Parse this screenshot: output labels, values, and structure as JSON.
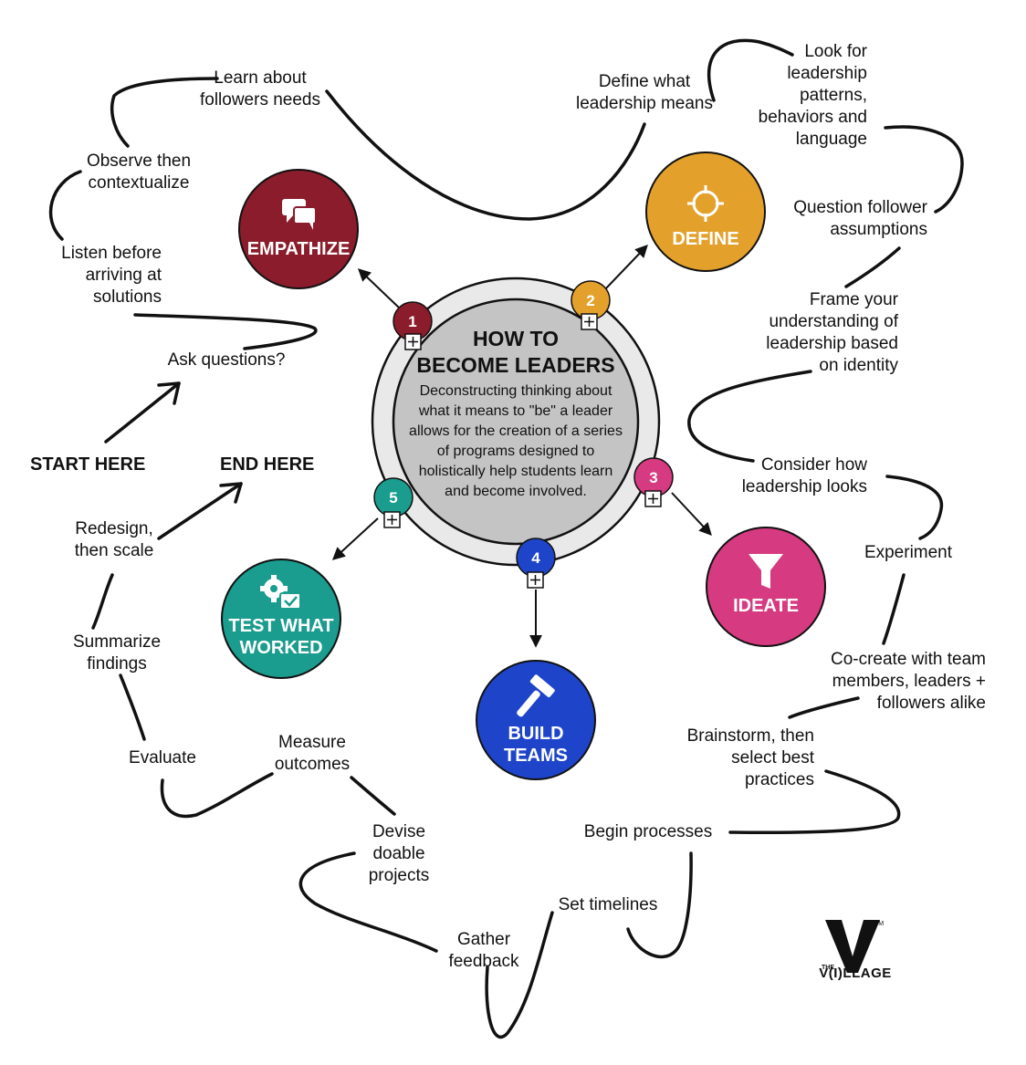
{
  "colors": {
    "empathize": "#8a1c2b",
    "define": "#e3a12c",
    "ideate": "#d63a80",
    "build": "#1e45c9",
    "test": "#1a9c8e",
    "center_inner": "#c4c4c4",
    "center_outer": "#e9e9e9"
  },
  "center": {
    "title": "HOW TO\nBECOME LEADERS",
    "description": "Deconstructing thinking about what it means to \"be\" a leader allows for the creation of a series of programs designed to holistically help students learn and become involved."
  },
  "phases": [
    {
      "number": "1",
      "label": "EMPATHIZE",
      "icon": "chat-bubbles-icon"
    },
    {
      "number": "2",
      "label": "DEFINE",
      "icon": "target-crosshair-icon"
    },
    {
      "number": "3",
      "label": "IDEATE",
      "icon": "funnel-icon"
    },
    {
      "number": "4",
      "label": "BUILD\nTEAMS",
      "icon": "hammer-icon"
    },
    {
      "number": "5",
      "label": "TEST WHAT\nWORKED",
      "icon": "gear-check-icon"
    }
  ],
  "path_labels": {
    "start": "START HERE",
    "end": "END HERE",
    "ask_questions": "Ask questions?",
    "listen": "Listen before\narriving at\nsolutions",
    "observe": "Observe then\ncontextualize",
    "learn_followers": "Learn about\nfollowers needs",
    "define_leadership": "Define what\nleadership means",
    "look_patterns": "Look for\nleadership\npatterns,\nbehaviors and\nlanguage",
    "question_assumptions": "Question follower\nassumptions",
    "frame_understanding": "Frame your\nunderstanding of\nleadership based\non identity",
    "consider_looks": "Consider how\nleadership looks",
    "experiment": "Experiment",
    "co_create": "Co-create with team\nmembers, leaders +\nfollowers alike",
    "brainstorm": "Brainstorm, then\nselect best\npractices",
    "begin_processes": "Begin processes",
    "set_timelines": "Set timelines",
    "gather_feedback": "Gather\nfeedback",
    "devise_projects": "Devise\ndoable\nprojects",
    "measure_outcomes": "Measure\noutcomes",
    "evaluate": "Evaluate",
    "summarize": "Summarize\nfindings",
    "redesign": "Redesign,\nthen scale"
  },
  "logo": {
    "mark": "V",
    "text": "V(I)LLAGE",
    "prefix": "THE",
    "tm": "TM"
  }
}
